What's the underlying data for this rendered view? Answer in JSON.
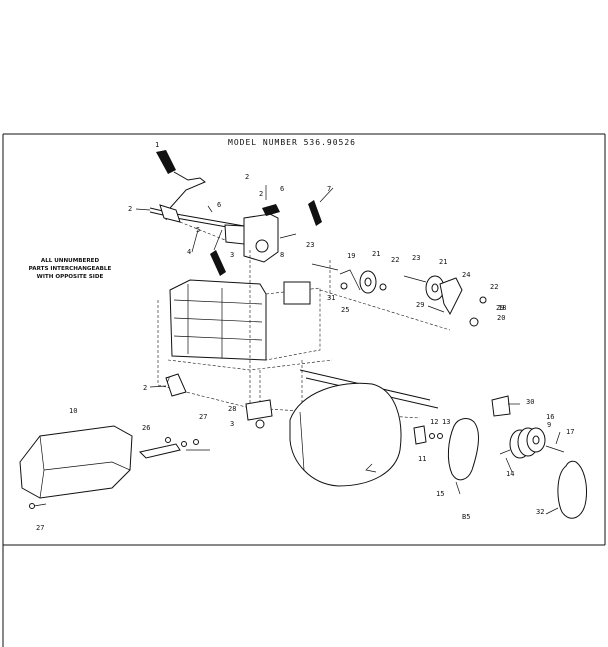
{
  "diagram": {
    "model_title": "MODEL NUMBER 536.90526",
    "note_lines": [
      "ALL UNNUMBERED",
      "PARTS INTERCHANGEABLE",
      "WITH OPPOSITE SIDE"
    ],
    "page_code": "B5",
    "callouts": [
      "1",
      "2",
      "2",
      "3",
      "4",
      "5",
      "6",
      "6",
      "7",
      "7",
      "8",
      "2",
      "23",
      "19",
      "21",
      "22",
      "23",
      "21",
      "24",
      "22",
      "20",
      "18",
      "31",
      "25",
      "29",
      "29",
      "2",
      "10",
      "26",
      "27",
      "27",
      "28",
      "3",
      "12",
      "13",
      "11",
      "30",
      "16",
      "9",
      "17",
      "14",
      "15",
      "32"
    ]
  }
}
